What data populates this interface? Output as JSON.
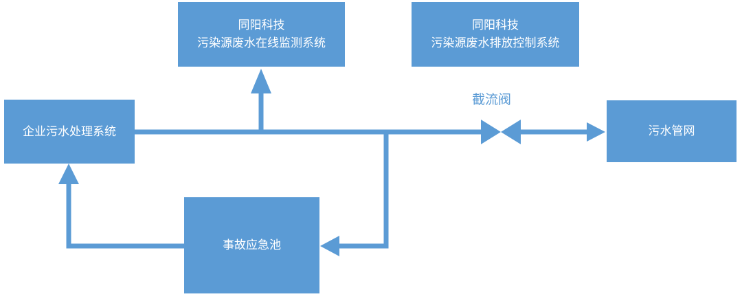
{
  "colors": {
    "box_fill": "#5b9bd5",
    "box_text": "#ffffff",
    "line": "#5b9bd5",
    "label_text": "#5b9bd5",
    "background": "#ffffff"
  },
  "nodes": {
    "monitoring": {
      "line1": "同阳科技",
      "line2": "污染源废水在线监测系统"
    },
    "control": {
      "line1": "同阳科技",
      "line2": "污染源废水排放控制系统"
    },
    "treatment": {
      "label": "企业污水处理系统"
    },
    "sewer": {
      "label": "污水管网"
    },
    "emergency": {
      "label": "事故应急池"
    }
  },
  "valve": {
    "label": "截流阀",
    "icon": "bowtie-valve-icon"
  }
}
